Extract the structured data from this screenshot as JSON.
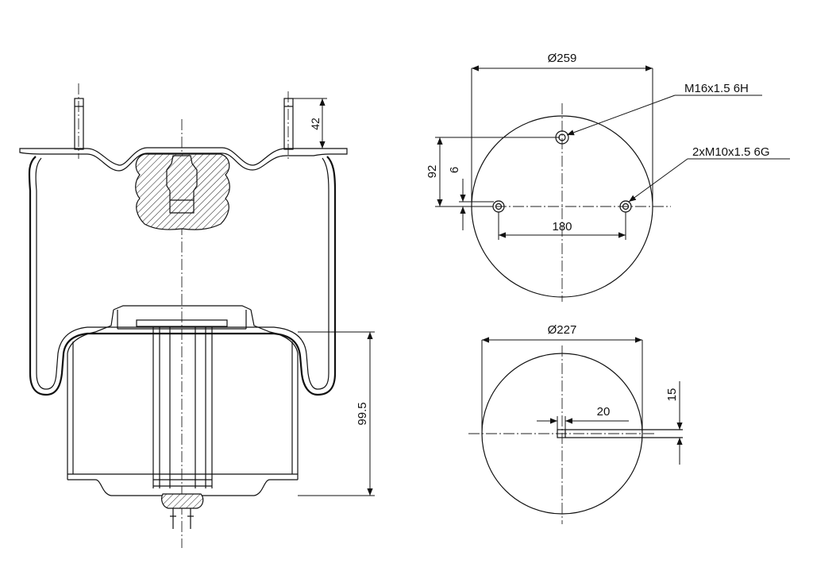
{
  "side_view": {
    "stud_height_label": "42",
    "piston_height_label": "99.5"
  },
  "top_plate": {
    "diameter_label": "Ø259",
    "center_thread_label": "M16x1.5 6H",
    "bolt_thread_label": "2xM10x1.5 6G",
    "offset_label": "92",
    "small_offset_label": "6",
    "bolt_spacing_label": "180"
  },
  "bottom_plate": {
    "diameter_label": "Ø227",
    "offset_label": "20",
    "height_label": "15"
  }
}
